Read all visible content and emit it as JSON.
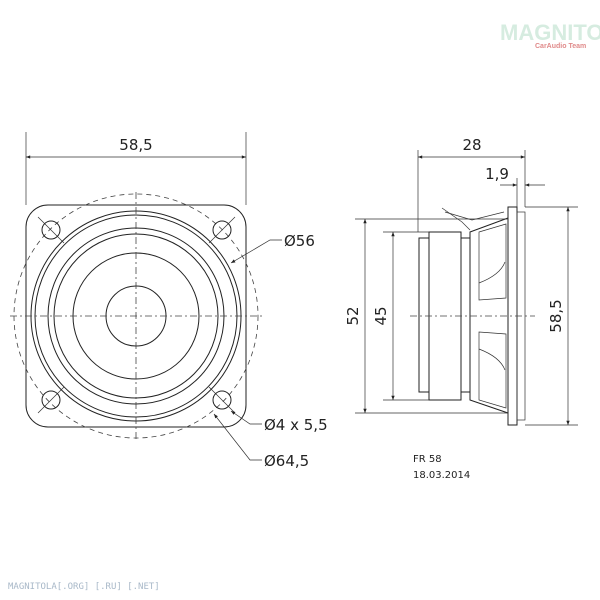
{
  "logo": {
    "brand": "MAGNITOLA",
    "subtitle": "CarAudio Team"
  },
  "front_view": {
    "width_label": "58,5",
    "cone_diameter_label": "Ø56",
    "hole_label": "Ø4 x 5,5",
    "bolt_circle_label": "Ø64,5"
  },
  "side_view": {
    "depth_label": "28",
    "flange_label": "1,9",
    "cutout_label": "52",
    "magnet_label": "45",
    "height_label": "58,5"
  },
  "info": {
    "model": "FR 58",
    "date": "18.03.2014"
  },
  "watermark": "MAGNITOLA[.ORG] [.RU] [.NET]",
  "colors": {
    "line": "#222222",
    "watermark": "#a8b8c8"
  }
}
